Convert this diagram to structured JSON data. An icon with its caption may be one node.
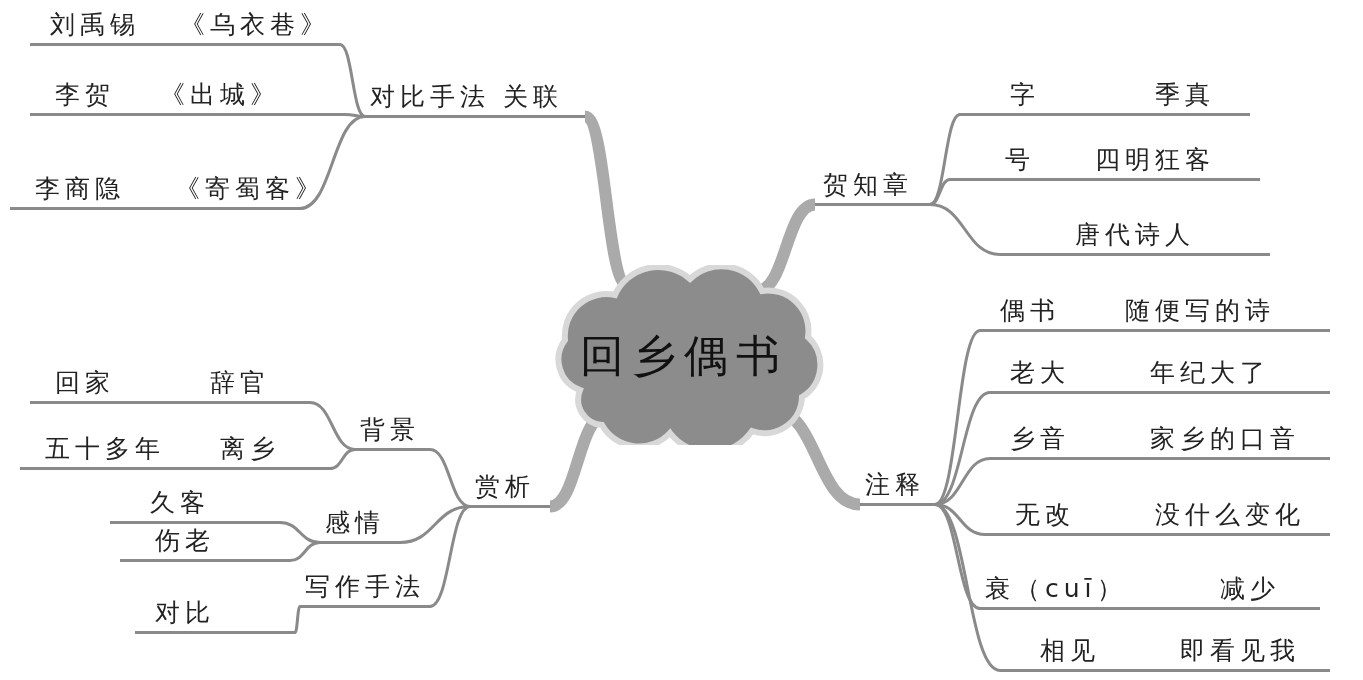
{
  "diagram": {
    "nodes": [
      {
        "text": [
          "回乡偶书"
        ]
      },
      {
        "text": [
          "对比手法 关联"
        ]
      },
      {
        "text": [
          "刘禹锡",
          "《乌衣巷》"
        ]
      },
      {
        "text": [
          "李贺",
          "《出城》"
        ]
      },
      {
        "text": [
          "李商隐",
          "《寄蜀客》"
        ]
      },
      {
        "text": [
          "贺知章"
        ]
      },
      {
        "text": [
          "字",
          "季真"
        ]
      },
      {
        "text": [
          "号",
          "四明狂客"
        ]
      },
      {
        "text": [
          "唐代诗人"
        ]
      },
      {
        "text": [
          "注释"
        ]
      },
      {
        "text": [
          "偶书",
          "随便写的诗"
        ]
      },
      {
        "text": [
          "老大",
          "年纪大了"
        ]
      },
      {
        "text": [
          "乡音",
          "家乡的口音"
        ]
      },
      {
        "text": [
          "无改",
          "没什么变化"
        ]
      },
      {
        "text": [
          "衰（cuī）",
          "减少"
        ]
      },
      {
        "text": [
          "相见",
          "即看见我"
        ]
      },
      {
        "text": [
          "赏析"
        ]
      },
      {
        "text": [
          "背景"
        ]
      },
      {
        "text": [
          "回家",
          "辞官"
        ]
      },
      {
        "text": [
          "五十多年",
          "离乡"
        ]
      },
      {
        "text": [
          "感情"
        ]
      },
      {
        "text": [
          "久客"
        ]
      },
      {
        "text": [
          "伤老"
        ]
      },
      {
        "text": [
          "写作手法"
        ]
      },
      {
        "text": [
          "对比"
        ]
      }
    ],
    "edges": [
      {
        "from": 0,
        "to": 1,
        "arrow": "none",
        "style": "thick",
        "color": "#aaaaaa"
      },
      {
        "from": 1,
        "to": 2,
        "arrow": "none"
      },
      {
        "from": 1,
        "to": 3,
        "arrow": "none"
      },
      {
        "from": 1,
        "to": 4,
        "arrow": "none"
      },
      {
        "from": 0,
        "to": 5,
        "arrow": "none",
        "style": "thick",
        "color": "#aaaaaa"
      },
      {
        "from": 5,
        "to": 6,
        "arrow": "none"
      },
      {
        "from": 5,
        "to": 7,
        "arrow": "none"
      },
      {
        "from": 5,
        "to": 8,
        "arrow": "none"
      },
      {
        "from": 0,
        "to": 9,
        "arrow": "none",
        "style": "thick",
        "color": "#aaaaaa"
      },
      {
        "from": 9,
        "to": 10,
        "arrow": "none"
      },
      {
        "from": 9,
        "to": 11,
        "arrow": "none"
      },
      {
        "from": 9,
        "to": 12,
        "arrow": "none"
      },
      {
        "from": 9,
        "to": 13,
        "arrow": "none"
      },
      {
        "from": 9,
        "to": 14,
        "arrow": "none"
      },
      {
        "from": 9,
        "to": 15,
        "arrow": "none"
      },
      {
        "from": 0,
        "to": 16,
        "arrow": "none",
        "style": "thick",
        "color": "#aaaaaa"
      },
      {
        "from": 16,
        "to": 17,
        "arrow": "none"
      },
      {
        "from": 17,
        "to": 18,
        "arrow": "none"
      },
      {
        "from": 17,
        "to": 19,
        "arrow": "none"
      },
      {
        "from": 16,
        "to": 20,
        "arrow": "none"
      },
      {
        "from": 20,
        "to": 21,
        "arrow": "none"
      },
      {
        "from": 20,
        "to": 22,
        "arrow": "none"
      },
      {
        "from": 16,
        "to": 23,
        "arrow": "none"
      },
      {
        "from": 23,
        "to": 24,
        "arrow": "none"
      }
    ]
  }
}
